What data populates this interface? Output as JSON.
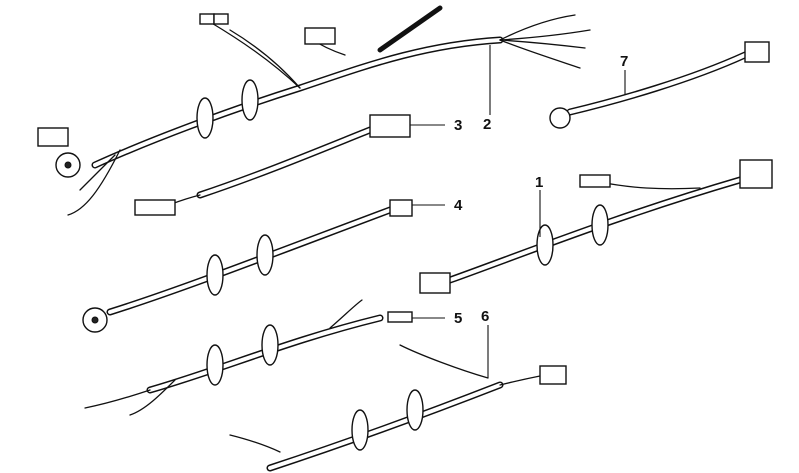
{
  "diagram": {
    "background": "#ffffff",
    "ink": "#111111",
    "callouts": [
      {
        "label": "1"
      },
      {
        "label": "2"
      },
      {
        "label": "3"
      },
      {
        "label": "4"
      },
      {
        "label": "5"
      },
      {
        "label": "6"
      },
      {
        "label": "7"
      }
    ]
  }
}
